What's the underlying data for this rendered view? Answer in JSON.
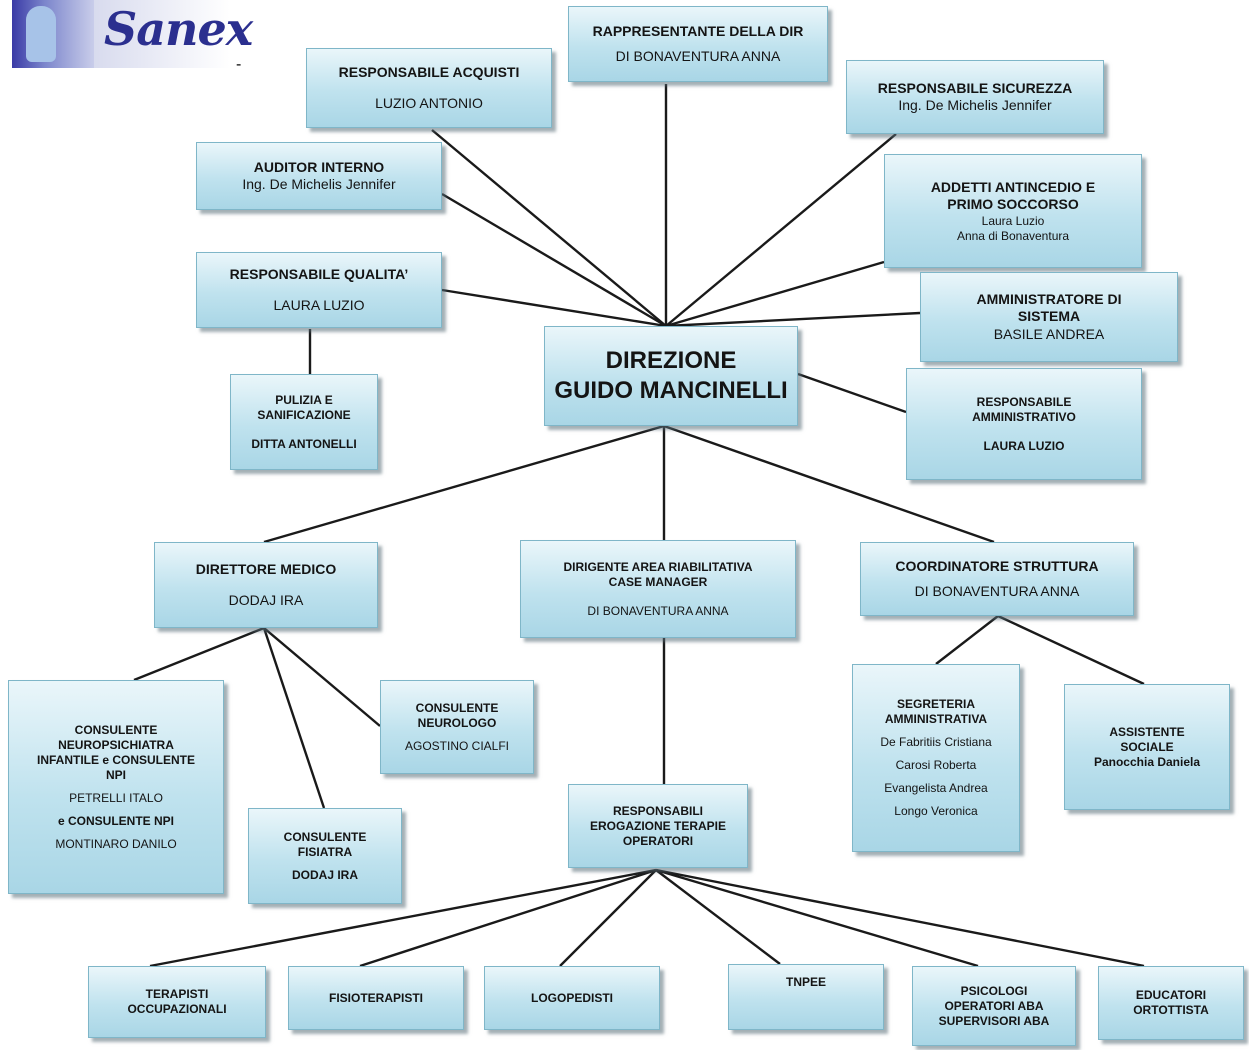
{
  "logo": {
    "text": "Sanex"
  },
  "nodes": {
    "rappresentante": [
      "RAPPRESENTANTE DELLA DIR",
      "DI BONAVENTURA ANNA"
    ],
    "acquisti": [
      "RESPONSABILE ACQUISTI",
      "LUZIO ANTONIO"
    ],
    "sicurezza": [
      "RESPONSABILE SICUREZZA",
      "Ing. De Michelis Jennifer"
    ],
    "auditor": [
      "AUDITOR INTERNO",
      "Ing. De Michelis Jennifer"
    ],
    "addetti": [
      "ADDETTI ANTINCEDIO E",
      "PRIMO SOCCORSO",
      "Laura Luzio",
      "Anna di Bonaventura"
    ],
    "qualita": [
      "RESPONSABILE QUALITA’",
      "LAURA LUZIO"
    ],
    "amministratore": [
      "AMMINISTRATORE DI",
      "SISTEMA",
      "BASILE ANDREA"
    ],
    "direzione": [
      "DIREZIONE",
      "GUIDO MANCINELLI"
    ],
    "pulizia": [
      "PULIZIA E",
      "SANIFICAZIONE",
      "DITTA ANTONELLI"
    ],
    "amministrativo": [
      "RESPONSABILE",
      "AMMINISTRATIVO",
      "LAURA LUZIO"
    ],
    "direttore_medico": [
      "DIRETTORE MEDICO",
      "DODAJ IRA"
    ],
    "dirigente": [
      "DIRIGENTE AREA RIABILITATIVA",
      "CASE MANAGER",
      "DI BONAVENTURA ANNA"
    ],
    "coordinatore": [
      "COORDINATORE STRUTTURA",
      "DI BONAVENTURA ANNA"
    ],
    "npi": [
      "CONSULENTE",
      "NEUROPSICHIATRA",
      "INFANTILE e CONSULENTE",
      "NPI",
      "PETRELLI ITALO",
      "e CONSULENTE NPI",
      "MONTINARO DANILO"
    ],
    "neurologo": [
      "CONSULENTE",
      "NEUROLOGO",
      "AGOSTINO CIALFI"
    ],
    "segreteria": [
      "SEGRETERIA",
      "AMMINISTRATIVA",
      "De Fabritiis Cristiana",
      "Carosi Roberta",
      "Evangelista Andrea",
      "Longo Veronica"
    ],
    "assistente": [
      "ASSISTENTE",
      "SOCIALE",
      "Panocchia Daniela"
    ],
    "fisiatra": [
      "CONSULENTE",
      "FISIATRA",
      "DODAJ IRA"
    ],
    "erogazione": [
      "RESPONSABILI",
      "EROGAZIONE TERAPIE",
      "OPERATORI"
    ],
    "occupazionali": [
      "TERAPISTI",
      "OCCUPAZIONALI"
    ],
    "fisioterapisti": [
      "FISIOTERAPISTI"
    ],
    "logopedisti": [
      "LOGOPEDISTI"
    ],
    "tnpee": [
      "TNPEE"
    ],
    "psicologi": [
      "PSICOLOGI",
      "OPERATORI ABA",
      "SUPERVISORI ABA"
    ],
    "educatori": [
      "EDUCATORI",
      "ORTOTTISTA"
    ]
  }
}
